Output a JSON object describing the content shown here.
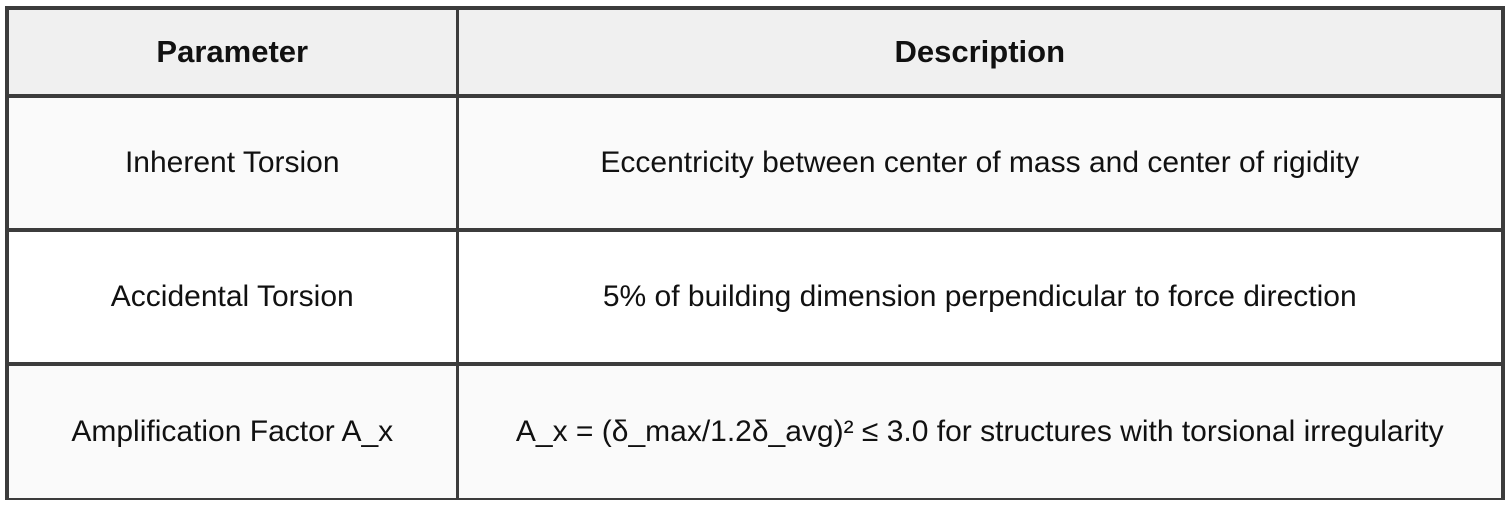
{
  "table": {
    "name": "torsion-parameters-table",
    "columns": [
      {
        "key": "parameter",
        "header": "Parameter"
      },
      {
        "key": "description",
        "header": "Description"
      }
    ],
    "rows": [
      {
        "parameter": "Inherent Torsion",
        "description": "Eccentricity between center of mass and center of rigidity"
      },
      {
        "parameter": "Accidental Torsion",
        "description": "5% of building dimension perpendicular to force direction"
      },
      {
        "parameter": "Amplification Factor A_x",
        "description": "A_x = (δ_max/1.2δ_avg)² ≤ 3.0 for structures with torsional irregularity"
      }
    ]
  },
  "style": {
    "border_color": "#3c3c3c",
    "header_background": "#f0f0f0",
    "row_background_odd": "#fafafa",
    "row_background_even": "#ffffff",
    "text_color": "#111111"
  }
}
